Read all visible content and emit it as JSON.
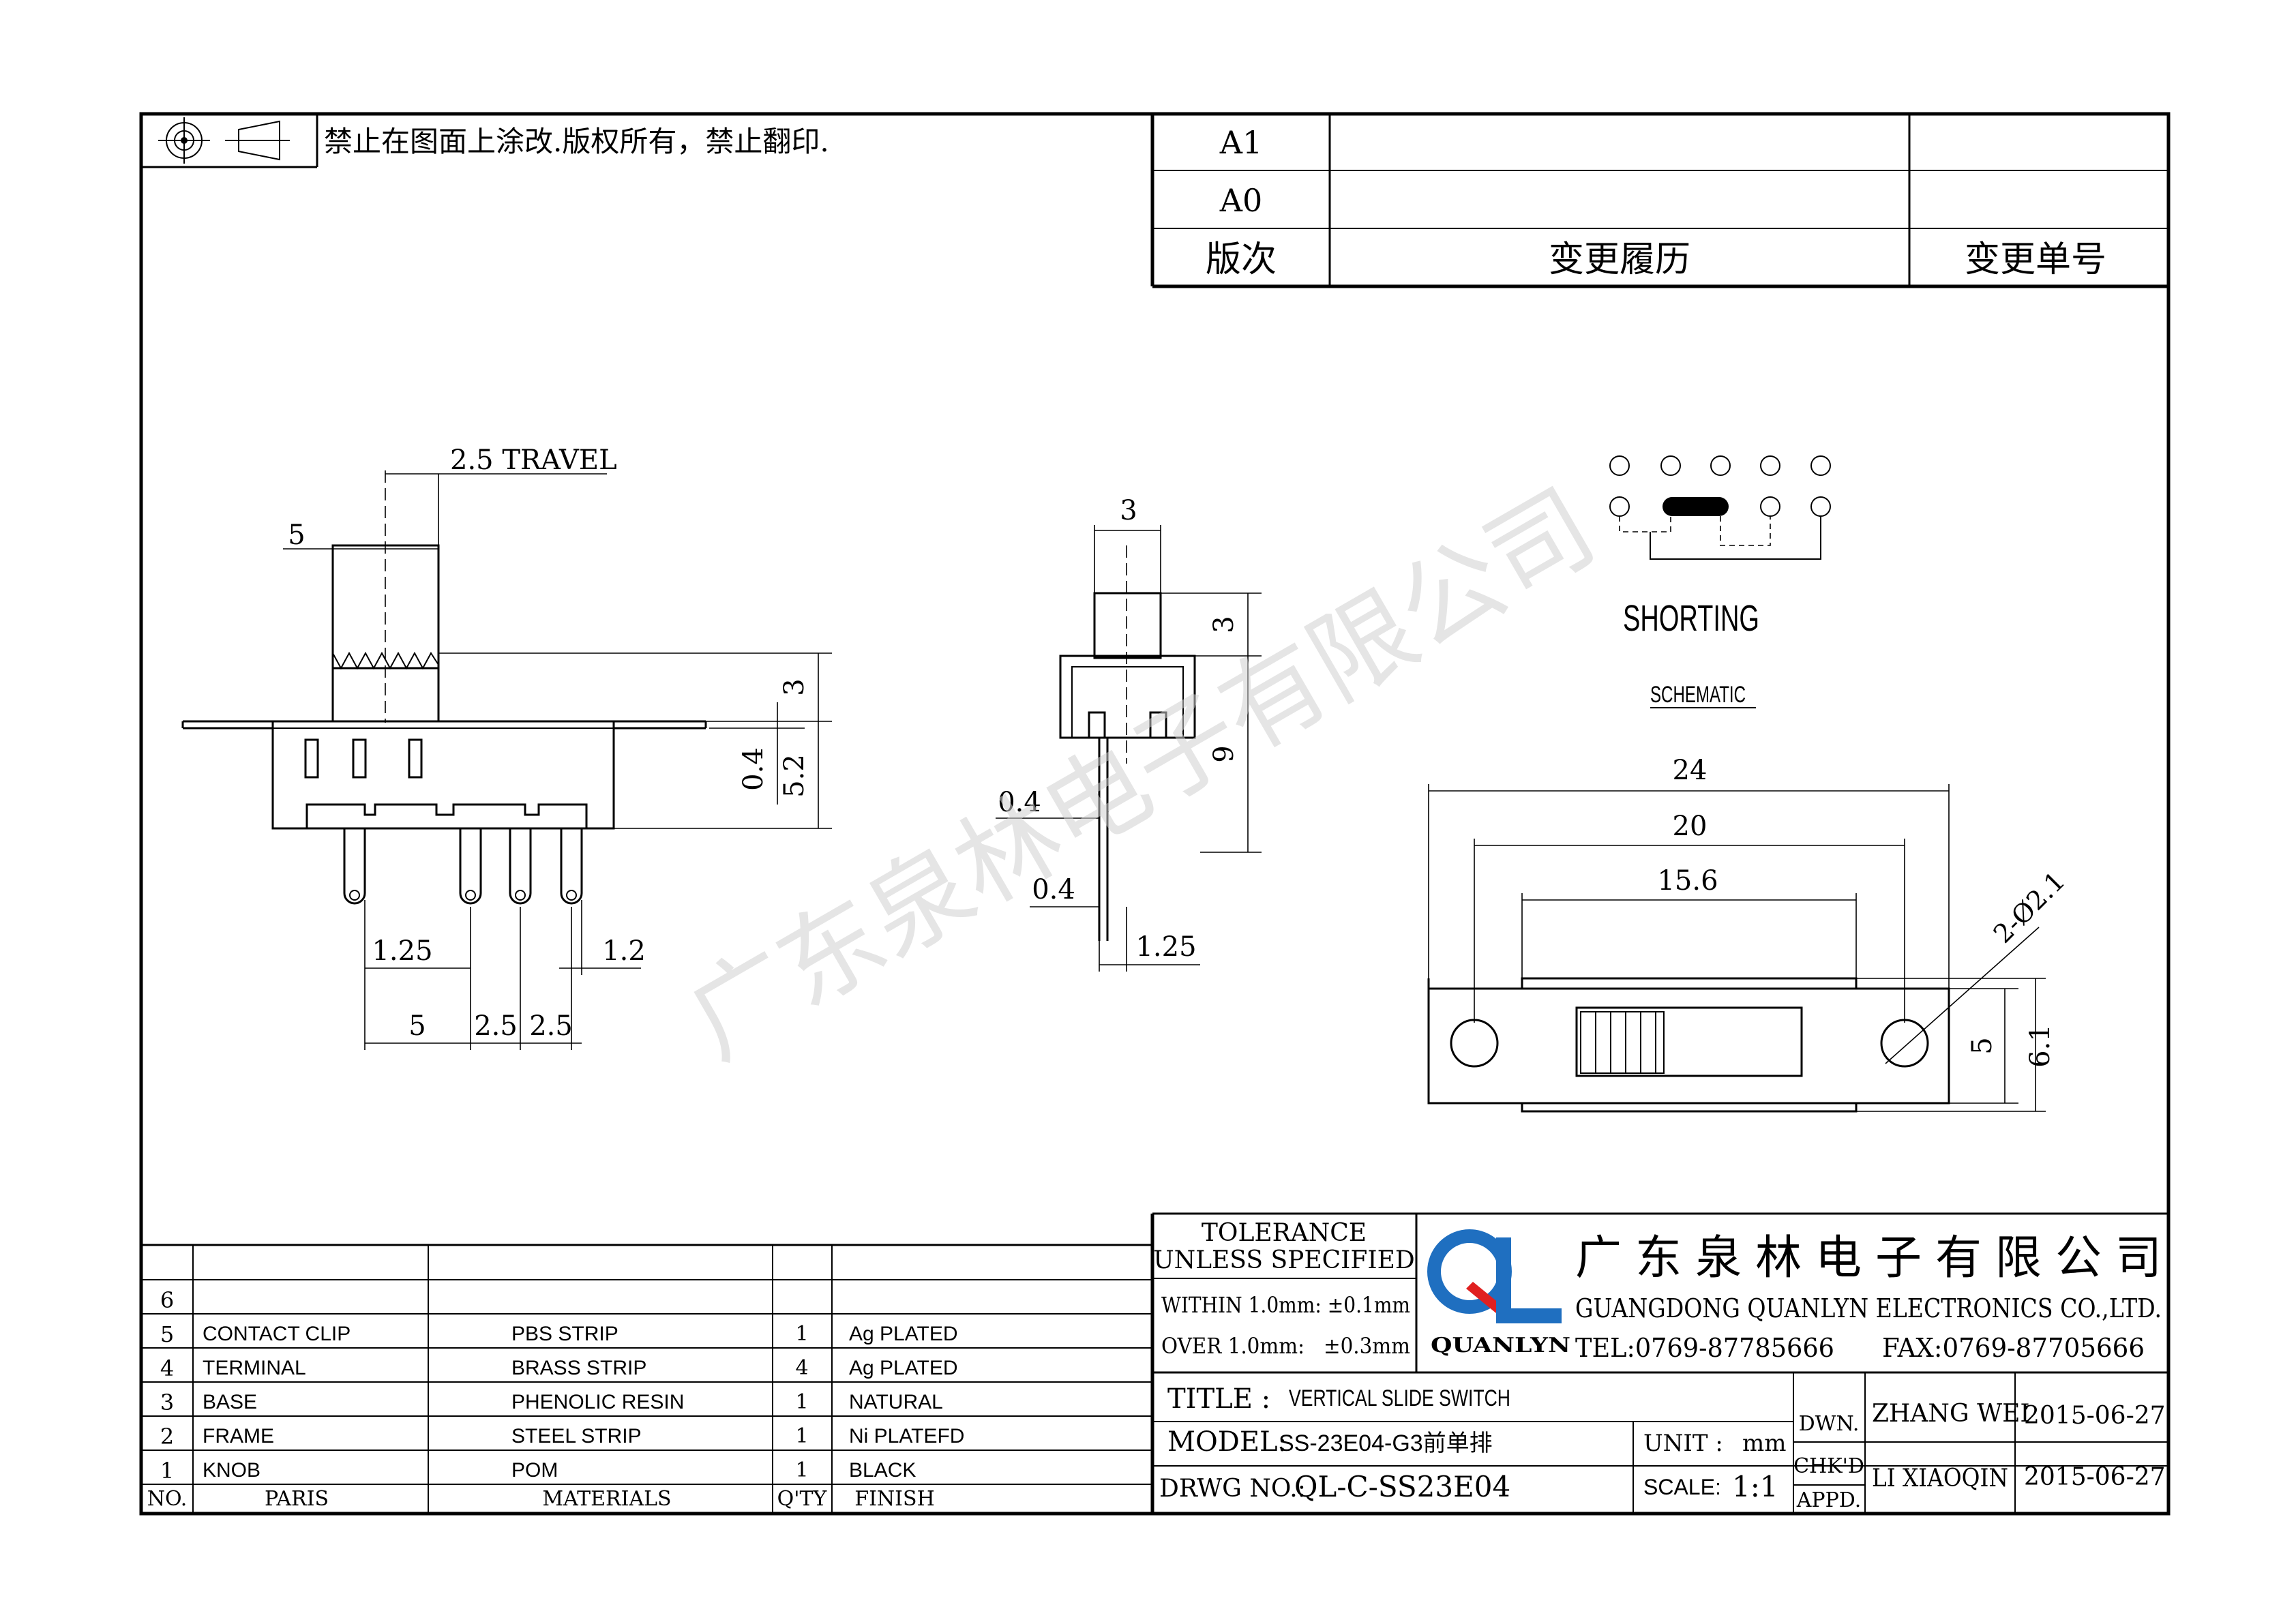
{
  "header": {
    "notice": "禁止在图面上涂改.版权所有，禁止翻印.",
    "revisions": [
      {
        "rev": "A1",
        "history": "",
        "number": ""
      },
      {
        "rev": "A0",
        "history": "",
        "number": ""
      }
    ],
    "col_rev": "版次",
    "col_history": "变更履历",
    "col_number": "变更单号"
  },
  "watermark": "广东泉林电子有限公司",
  "side_view": {
    "travel": "2.5 TRAVEL",
    "d_5_top": "5",
    "d_3": "3",
    "d_0_4": "0.4",
    "d_5_2": "5.2",
    "d_1_25": "1.25",
    "d_1_2": "1.2",
    "d_5_bottom": "5",
    "d_2_5a": "2.5",
    "d_2_5b": "2.5"
  },
  "end_view": {
    "d_3_top": "3",
    "d_3_right": "3",
    "d_9": "9",
    "d_0_4a": "0.4",
    "d_0_4b": "0.4",
    "d_1_25": "1.25"
  },
  "schematic": {
    "shorting": "SHORTING",
    "label": "SCHEMATIC"
  },
  "top_view": {
    "d_24": "24",
    "d_20": "20",
    "d_15_6": "15.6",
    "d_hole": "2-Ø2.1",
    "d_5": "5",
    "d_6_1": "6.1"
  },
  "bom": {
    "rows": [
      {
        "no": "6",
        "part": "",
        "material": "",
        "qty": "",
        "finish": ""
      },
      {
        "no": "5",
        "part": "CONTACT CLIP",
        "material": "PBS STRIP",
        "qty": "1",
        "finish": "Ag PLATED"
      },
      {
        "no": "4",
        "part": "TERMINAL",
        "material": "BRASS STRIP",
        "qty": "4",
        "finish": "Ag PLATED"
      },
      {
        "no": "3",
        "part": "BASE",
        "material": "PHENOLIC RESIN",
        "qty": "1",
        "finish": "NATURAL"
      },
      {
        "no": "2",
        "part": "FRAME",
        "material": "STEEL STRIP",
        "qty": "1",
        "finish": "Ni PLATEFD"
      },
      {
        "no": "1",
        "part": "KNOB",
        "material": "POM",
        "qty": "1",
        "finish": "BLACK"
      }
    ],
    "headers": {
      "no": "NO.",
      "part": "PARIS",
      "material": "MATERIALS",
      "qty": "Q'TY",
      "finish": "FINISH"
    }
  },
  "tolerance": {
    "title1": "TOLERANCE",
    "title2": "UNLESS SPECIFIED",
    "within": "WITHIN 1.0mm: ±0.1mm",
    "over": "OVER 1.0mm:   ±0.3mm"
  },
  "company": {
    "logo_text": "QUANLYN",
    "name_cn": "广东泉林电子有限公司",
    "name_en": "GUANGDONG QUANLYN ELECTRONICS CO.,LTD.",
    "tel": "TEL:0769-87785666",
    "fax": "FAX:0769-87705666",
    "logo_blue": "#1f6fc0",
    "logo_red": "#e02020"
  },
  "title_block": {
    "title_label": "TITLE :",
    "title_value": "VERTICAL SLIDE SWITCH",
    "model_label": "MODEL:",
    "model_value": "SS-23E04-G3前单排",
    "drwg_label": "DRWG NO.:",
    "drwg_value": "QL-C-SS23E04",
    "unit_label": "UNIT :",
    "unit_value": "mm",
    "scale_label": "SCALE:",
    "scale_value": "1:1",
    "dwn": "DWN.",
    "chkd": "CHK'D",
    "appd": "APPD.",
    "drawn_by": "ZHANG WEI",
    "drawn_date": "2015-06-27",
    "checked_by": "LI XIAOQIN",
    "checked_date": "2015-06-27"
  }
}
